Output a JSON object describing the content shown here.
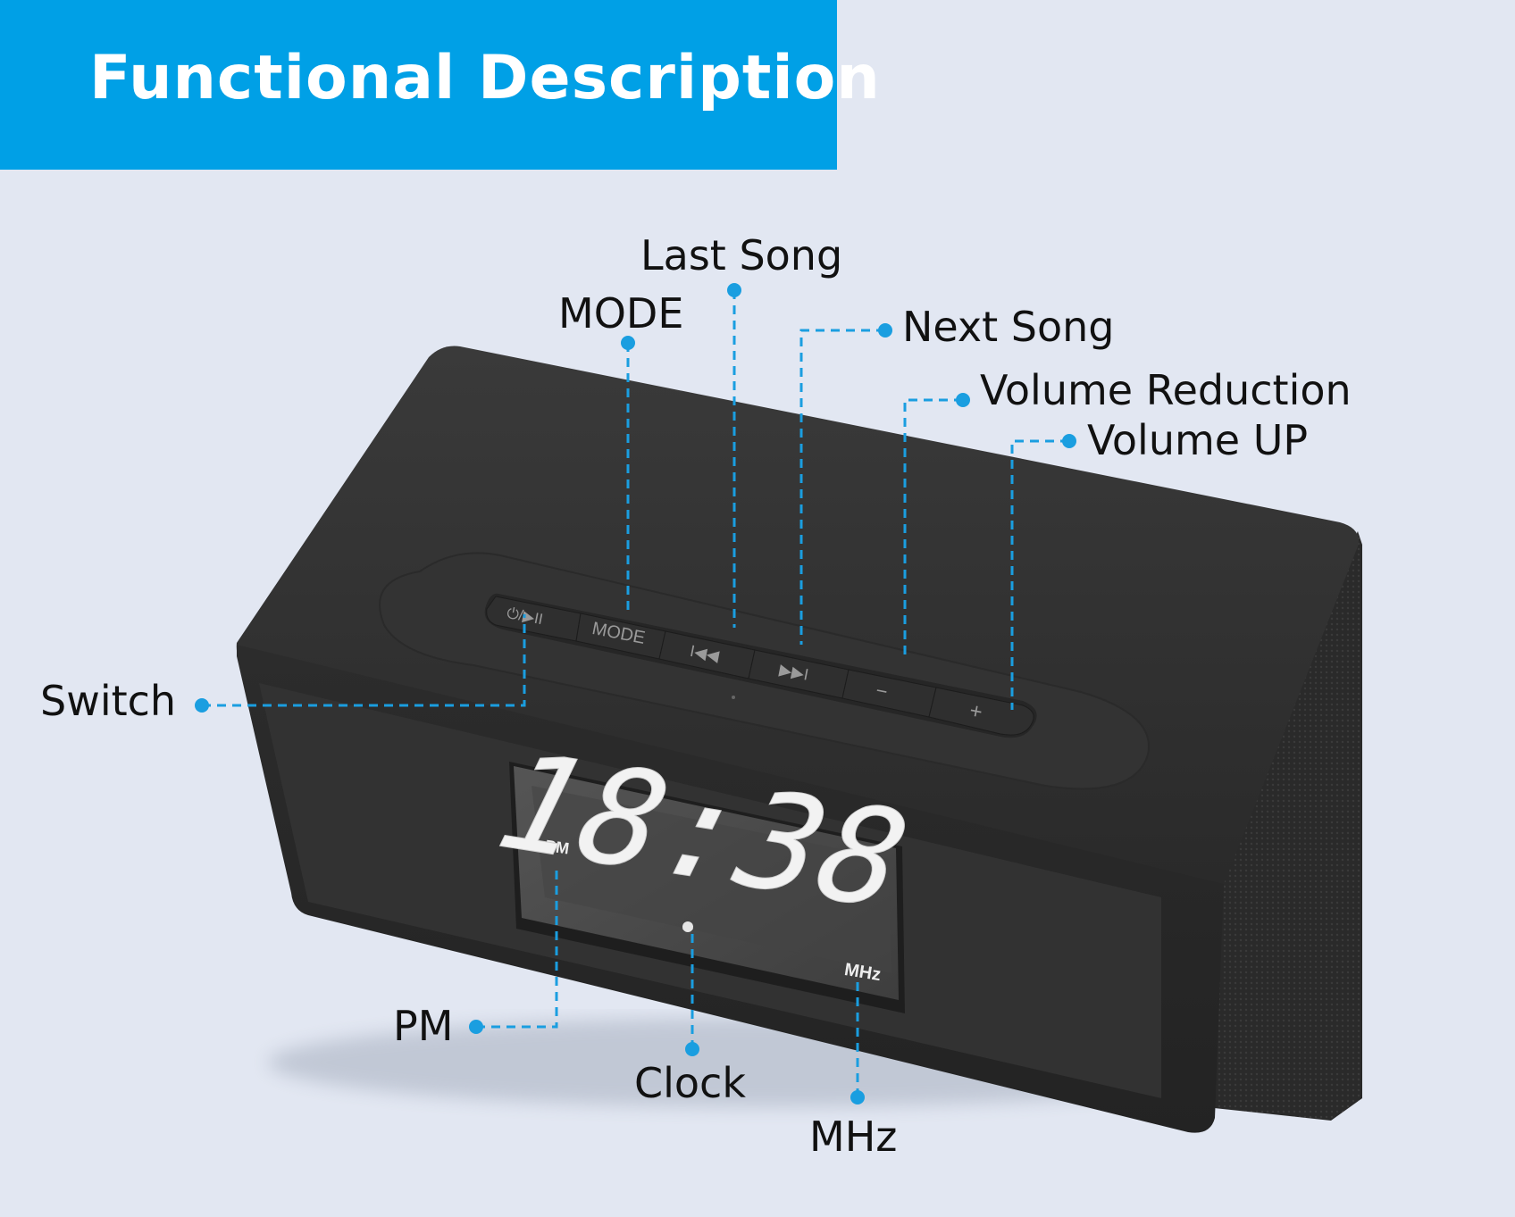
{
  "title": "Functional Description",
  "callouts": {
    "last_song": "Last Song",
    "mode": "MODE",
    "next_song": "Next Song",
    "volume_reduction": "Volume Reduction",
    "volume_up": "Volume UP",
    "switch": "Switch",
    "pm": "PM",
    "clock": "Clock",
    "mhz": "MHz"
  },
  "device": {
    "time": "18:38",
    "pm_indicator": "PM",
    "mhz_indicator": "MHz",
    "buttons": {
      "power_play": "⏻/▶II",
      "mode": "MODE",
      "prev": "I◀◀",
      "next": "▶▶I",
      "minus": "−",
      "plus": "+"
    }
  },
  "colors": {
    "banner": "#00a0e6",
    "background": "#e2e7f2",
    "leader": "#1a9ee0",
    "device_body": "#2b2b2b",
    "lcd_digits": "#f2f2f2"
  }
}
